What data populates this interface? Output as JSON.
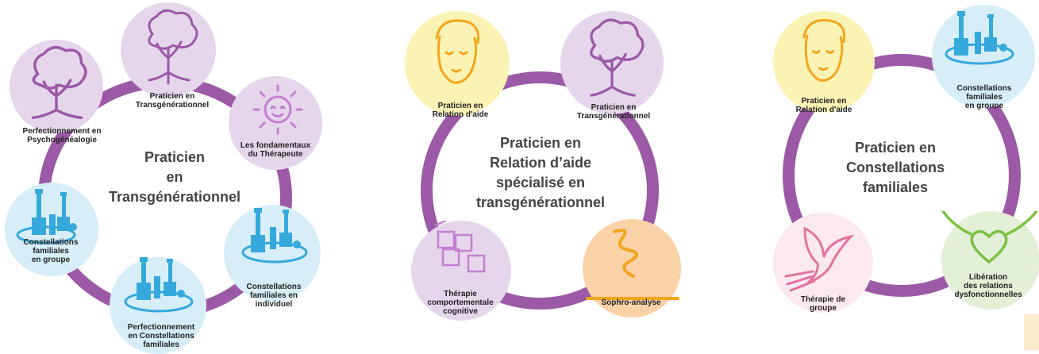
{
  "colors": {
    "ring": "#9b59a6",
    "lavender": "#e5d6ec",
    "light_blue": "#d7eef8",
    "light_yellow": "#faf3b4",
    "light_pink": "#fbe9ef",
    "light_green": "#e4efd7",
    "peach": "#f9d2a8"
  },
  "panel1": {
    "title": "Praticien\nen\nTransgénérationnel",
    "nodes": [
      {
        "label": "Praticien en\nTransgénérationnel",
        "icon": "tree-icon",
        "color": "lavender"
      },
      {
        "label": "Perfectionnement en\nPsychogénéalogie",
        "icon": "tree-icon",
        "color": "lavender"
      },
      {
        "label": "Les fondamentaux\ndu Thérapeute",
        "icon": "sun-icon",
        "color": "lavender"
      },
      {
        "label": "Constellations\nfamiliales\nen groupe",
        "icon": "chess-figures-icon",
        "color": "light_blue"
      },
      {
        "label": "Constellations\nfamiliales en\nindividuel",
        "icon": "chess-figures-icon",
        "color": "light_blue"
      },
      {
        "label": "Perfectionnement\nen Constellations\nfamiliales",
        "icon": "chess-figures-icon",
        "color": "light_blue"
      }
    ]
  },
  "panel2": {
    "title": "Praticien en\nRelation d’aide\nspécialisé en\ntransgénérationnel",
    "nodes": [
      {
        "label": "Praticien en\nRelation d'aide",
        "icon": "woman-face-icon",
        "color": "light_yellow"
      },
      {
        "label": "Praticien en\nTransgénérationnel",
        "icon": "tree-icon",
        "color": "lavender"
      },
      {
        "label": "Thérapie\ncomportementale\ncognitive",
        "icon": "puzzle-icon",
        "color": "lavender"
      },
      {
        "label": "Sophro-analyse",
        "icon": "wave-icon",
        "color": "peach"
      }
    ]
  },
  "panel3": {
    "title": "Praticien en\nConstellations\nfamiliales",
    "nodes": [
      {
        "label": "Praticien en\nRelation d'aide",
        "icon": "woman-face-icon",
        "color": "light_yellow"
      },
      {
        "label": "Constellations\nfamiliales\nen groupe",
        "icon": "chess-figures-icon",
        "color": "light_blue"
      },
      {
        "label": "Thérapie de\ngroupe",
        "icon": "dove-icon",
        "color": "light_pink"
      },
      {
        "label": "Libération\ndes relations\ndysfonctionnelles",
        "icon": "winged-heart-icon",
        "color": "light_green"
      }
    ]
  }
}
